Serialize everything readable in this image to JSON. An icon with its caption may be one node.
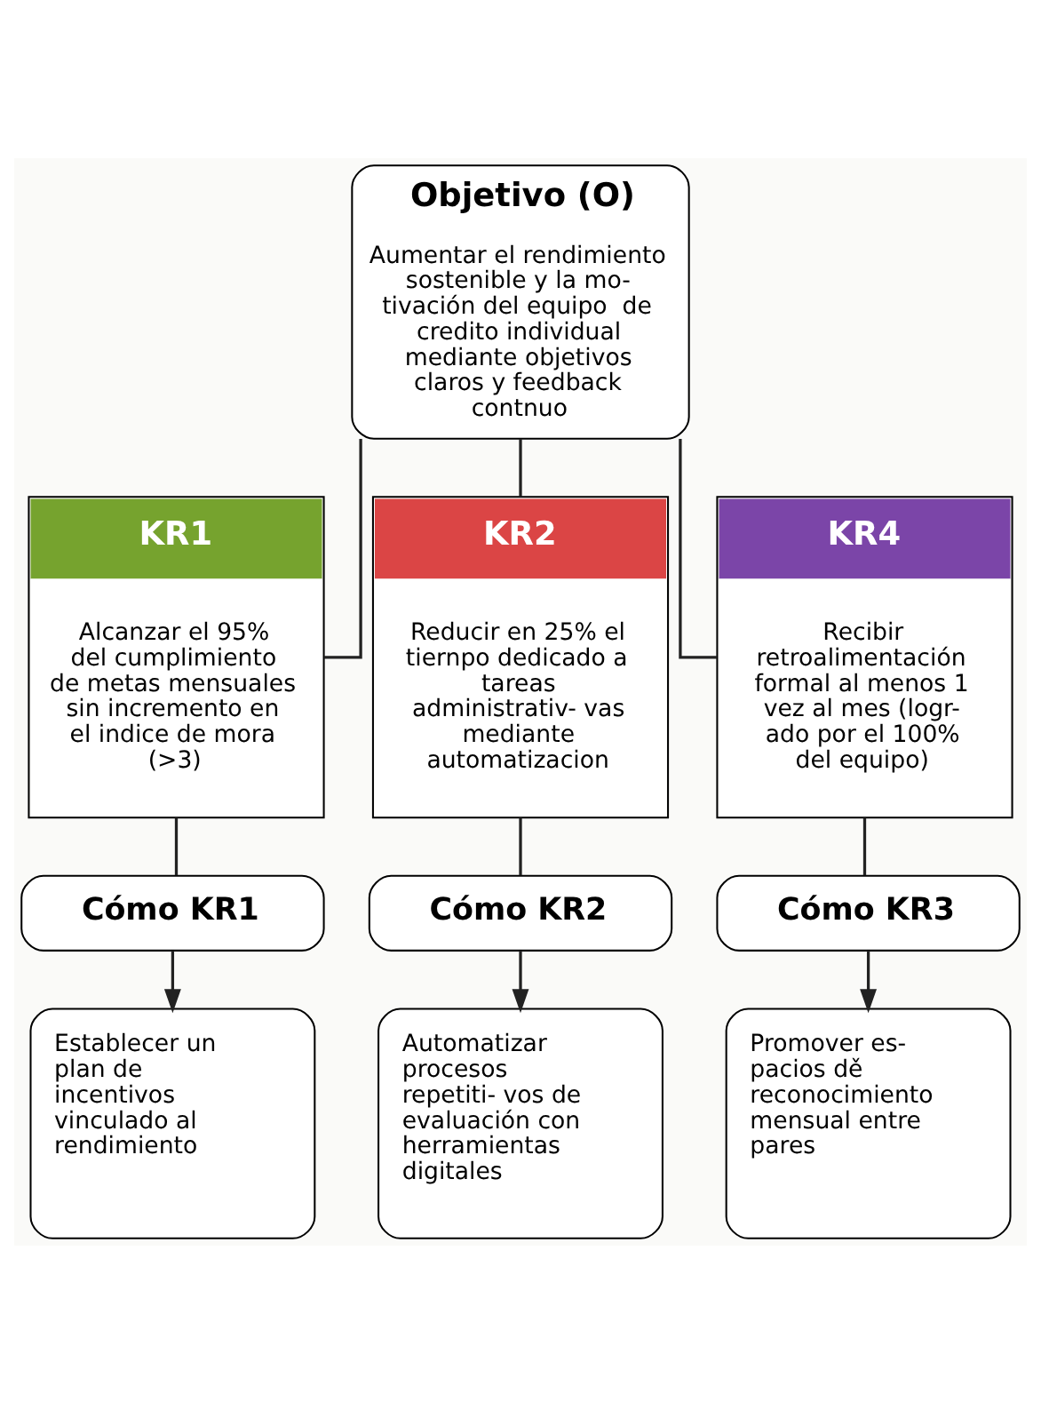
{
  "diagram": {
    "nodes": [
      {
        "text": [
          "Objetivo (O)",
          "Aumentar el rendimiento sostenible y la mo- tivación del equipo  de credito individual mediante objetivos claros y feedback contnuo"
        ]
      },
      {
        "text": [
          "KR1",
          "Alcanzar el 95% del cumplimiento de metas mensuales sin incremento en el indice de mora (>3)"
        ]
      },
      {
        "text": [
          "KR2",
          "Reducir en 25% el tiernpo dedicado a tareas administrativ- vas mediante automatizacion"
        ]
      },
      {
        "text": [
          "KR4",
          "Recibir retroalimentación formal al menos 1 vez al mes (logr- ado por el 100% del equipo)"
        ]
      },
      {
        "text": [
          "Cómo KR1"
        ]
      },
      {
        "text": [
          "Cómo KR2"
        ]
      },
      {
        "text": [
          "Cómo KR3"
        ]
      },
      {
        "text": [
          "Establecer un plan de incentivos vinculado al rendimiento"
        ]
      },
      {
        "text": [
          "Automatizar procesos repetiti- vos de evaluación con herramientas digitales"
        ]
      },
      {
        "text": [
          "Promover es- pacios dě reconocimiento mensual entre pares"
        ]
      }
    ],
    "edges": [
      {
        "from": 0,
        "to": 1,
        "arrow": "none"
      },
      {
        "from": 0,
        "to": 2,
        "arrow": "none"
      },
      {
        "from": 0,
        "to": 3,
        "arrow": "none"
      },
      {
        "from": 1,
        "to": 4,
        "arrow": "none"
      },
      {
        "from": 2,
        "to": 5,
        "arrow": "none"
      },
      {
        "from": 3,
        "to": 6,
        "arrow": "none"
      },
      {
        "from": 4,
        "to": 7,
        "arrow": "to"
      },
      {
        "from": 5,
        "to": 8,
        "arrow": "to"
      },
      {
        "from": 6,
        "to": 9,
        "arrow": "to"
      }
    ]
  }
}
